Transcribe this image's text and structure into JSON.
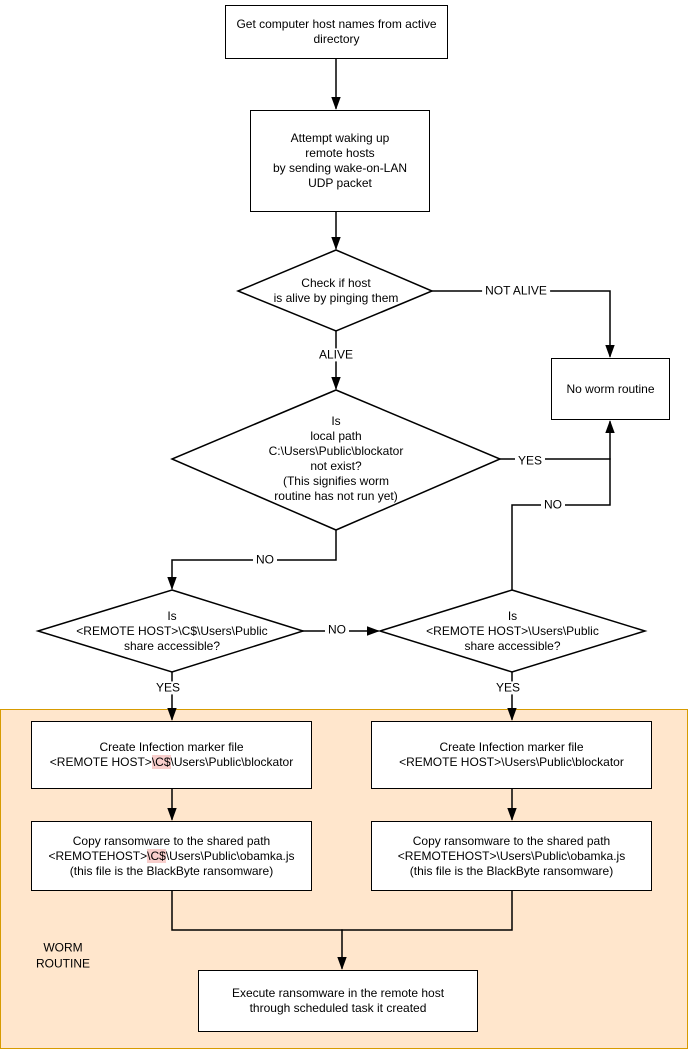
{
  "diagram": {
    "title_hint": "BlackByte ransomware worm routine flowchart",
    "nodes": {
      "get_hosts": {
        "text": "Get computer host names from active\ndirectory"
      },
      "wake": {
        "text": "Attempt waking up\nremote hosts\nby sending wake-on-LAN\nUDP packet"
      },
      "check_alive": {
        "text": "Check if host\nis alive by pinging them"
      },
      "no_worm": {
        "text": "No worm routine"
      },
      "local_path": {
        "text": "Is\nlocal path\nC:\\Users\\Public\\blockator\nnot exist?\n(This signifies worm\nroutine has not run yet)"
      },
      "share_c": {
        "text": "Is\n<REMOTE HOST>\\C$\\Users\\Public\nshare accessible?"
      },
      "share": {
        "text": "Is\n<REMOTE HOST>\\Users\\Public\nshare accessible?"
      },
      "create_left": {
        "line1": "Create Infection marker file",
        "line2_pre": "<REMOTE HOST>",
        "line2_hl": "\\C$",
        "line2_post": "\\Users\\Public\\blockator"
      },
      "create_right": {
        "line1": "Create Infection marker file",
        "line2": "<REMOTE HOST>\\Users\\Public\\blockator"
      },
      "copy_left": {
        "line1": "Copy ransomware to the shared path",
        "line2_pre": "<REMOTEHOST>",
        "line2_hl": "\\C$",
        "line2_post": "\\Users\\Public\\obamka.js",
        "line3": "(this file is the BlackByte ransomware)"
      },
      "copy_right": {
        "line1": "Copy ransomware to the shared path",
        "line2": "<REMOTEHOST>\\Users\\Public\\obamka.js",
        "line3": "(this file is the BlackByte ransomware)"
      },
      "execute": {
        "text": "Execute ransomware in the remote host\nthrough scheduled task it created"
      }
    },
    "labels": {
      "not_alive": "NOT ALIVE",
      "alive": "ALIVE",
      "yes_local": "YES",
      "no_share_up": "NO",
      "no_local": "NO",
      "no_share_between": "NO",
      "yes_left": "YES",
      "yes_right": "YES",
      "worm_routine": "WORM\nROUTINE"
    },
    "colors": {
      "region_fill": "#ffe6cc",
      "region_stroke": "#d79b00",
      "node_fill": "#ffffff",
      "node_stroke": "#000000",
      "connector": "#000000",
      "highlight_fill": "#f8cecc"
    }
  }
}
